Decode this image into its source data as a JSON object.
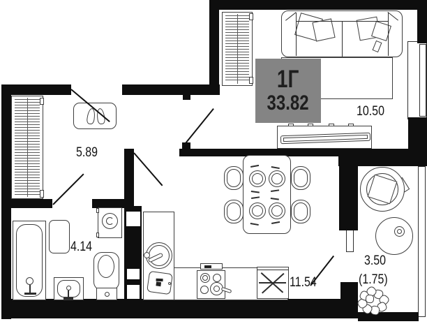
{
  "unit": {
    "type_label": "1Г",
    "total_area": "33.82"
  },
  "rooms": {
    "hallway": {
      "area": "5.89"
    },
    "bathroom": {
      "area": "4.14"
    },
    "living_room": {
      "area": "10.50"
    },
    "kitchen_dining": {
      "area": "11.54"
    },
    "balcony": {
      "area": "3.50",
      "area_coefficient": "(1.75)"
    }
  },
  "colors": {
    "wall": "#0e0e0e",
    "furniture_outline": "#3d3d3d",
    "area_box_bg": "#848484",
    "area_box_text": "#1e1e1e",
    "label_text": "#141414"
  },
  "furniture_icons": [
    "wardrobe-icon",
    "shoe-cabinet-icon",
    "shoes-icon",
    "sofa-icon",
    "pillow-icon",
    "rug-icon",
    "tv-stand-icon",
    "tv-icon",
    "dining-table-icon",
    "chair-icon",
    "plate-icon",
    "kitchen-counter-icon",
    "round-sink-icon",
    "cutting-board-icon",
    "stove-icon",
    "fridge-icon",
    "bathtub-icon",
    "water-heater-icon",
    "washing-machine-icon",
    "washbasin-icon",
    "toilet-icon",
    "round-chair-icon",
    "round-table-icon",
    "plant-icon",
    "vent-shaft-icon",
    "window-icon",
    "door-swing-icon"
  ]
}
